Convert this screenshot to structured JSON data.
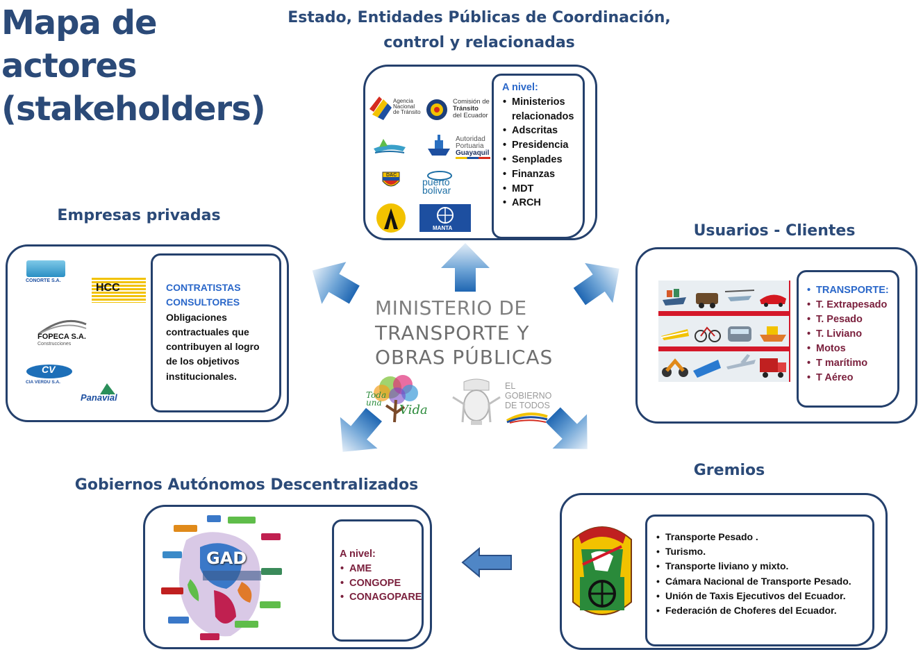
{
  "title": {
    "line1": "Mapa de actores",
    "line2": "(stakeholders)"
  },
  "sections": {
    "state": {
      "title_line1": "Estado, Entidades Públicas de Coordinación,",
      "title_line2": "control y relacionadas",
      "level_label": "A nivel:",
      "items": [
        "Ministerios relacionados",
        "Adscritas",
        "Presidencia",
        "Senplades",
        "Finanzas",
        "MDT",
        "ARCH"
      ],
      "logos": {
        "ant": "Agencia Nacional de Tránsito",
        "cte_l1": "Comisión de",
        "cte_l2": "Tránsito",
        "cte_l3": "del Ecuador",
        "apg_l1": "Autoridad",
        "apg_l2": "Portuaria",
        "apg_l3": "Guayaquil",
        "dac": "DAC",
        "pb_l1": "puerto",
        "pb_l2": "bolivar",
        "manta": "MANTA"
      }
    },
    "private": {
      "title": "Empresas privadas",
      "line1": "CONTRATISTAS",
      "line2": "CONSULTORES",
      "description": "Obligaciones contractuales que contribuyen al logro de los objetivos institucionales.",
      "logos": {
        "conorte": "CONORTE S.A.",
        "hcc": "HCC",
        "fopeca": "FOPECA S.A.",
        "fopeca_sub": "Construcciones",
        "cv": "CV",
        "cv_sub": "CIA VERDU S.A.",
        "panavial": "Panavial"
      }
    },
    "users": {
      "title": "Usuarios - Clientes",
      "heading": "TRANSPORTE:",
      "items": [
        "T. Extrapesado",
        "T. Pesado",
        "T. Liviano",
        "Motos",
        "T marítimo",
        "T Aéreo"
      ]
    },
    "gad": {
      "title": "Gobiernos Autónomos Descentralizados",
      "level_label": "A nivel:",
      "items": [
        "AME",
        "CONGOPE",
        "CONAGOPARE"
      ],
      "map_label": "GAD"
    },
    "gremios": {
      "title": "Gremios",
      "items": [
        "Transporte Pesado .",
        "Turismo.",
        "Transporte liviano y mixto.",
        "Cámara  Nacional de Transporte Pesado.",
        "Unión de Taxis Ejecutivos del Ecuador.",
        "Federación de Choferes del Ecuador."
      ]
    }
  },
  "ministry": {
    "line1": "MINISTERIO DE",
    "line2": "TRANSPORTE Y",
    "line3": "OBRAS PÚBLICAS",
    "toda_l1": "Toda",
    "toda_l2": "una",
    "toda_l3": "Vida",
    "gov_l1": "EL",
    "gov_l2": "GOBIERNO",
    "gov_l3": "DE TODOS"
  },
  "colors": {
    "title": "#2b4a78",
    "box_border": "#24406c",
    "accent_blue": "#2a67c9",
    "maroon": "#7a1f3c",
    "arrow": "#2f78c4"
  }
}
